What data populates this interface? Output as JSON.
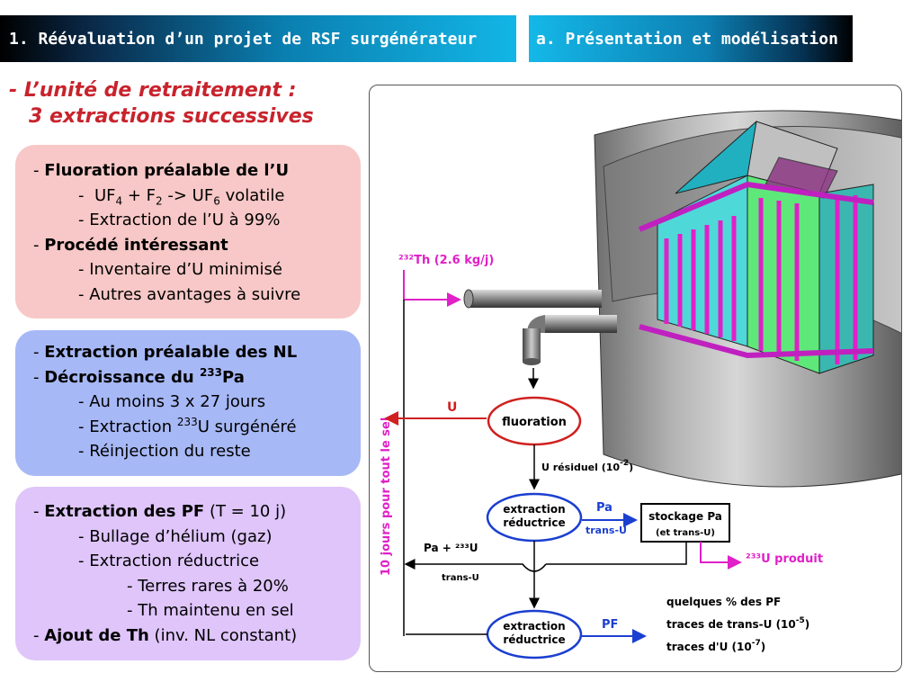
{
  "header": {
    "left_title": "1. Réévaluation d’un projet de RSF surgénérateur",
    "right_title": "a. Présentation et modélisation"
  },
  "heading": {
    "line1": "- L’unité de retraitement :",
    "line2": "3 extractions successives"
  },
  "box1": {
    "fluoration": "Fluoration préalable de l’U",
    "reaction_a": "UF",
    "reaction_b": " + F",
    "reaction_c": " -> UF",
    "reaction_d": " volatile",
    "sub4": "4",
    "sub2": "2",
    "sub6": "6",
    "extraction_u": "- Extraction de l’U à 99%",
    "procede": "Procédé intéressant",
    "inventaire": "- Inventaire d’U minimisé",
    "avantages": "- Autres avantages à suivre"
  },
  "box2": {
    "extraction_nl": "Extraction préalable des NL",
    "decroissance": "Décroissance du ",
    "pa233_sup": "233",
    "pa": "Pa",
    "au_moins": "- Au moins 3 x 27 jours",
    "extraction_pre": "- Extraction ",
    "u233_sup": "233",
    "extraction_post": "U surgénéré",
    "reinjection": "- Réinjection du reste"
  },
  "box3": {
    "extraction_pf": "Extraction des PF",
    "t_value": " (T = 10 j)",
    "bullage": "- Bullage d’hélium (gaz)",
    "extraction_red": "- Extraction réductrice",
    "terres_rares": "- Terres rares à 20%",
    "th_maintenu": "- Th maintenu en sel",
    "ajout": "Ajout de Th",
    "inv_nl": " (inv. NL constant)"
  },
  "diagram": {
    "th_feed": "²³²Th (2.6 kg/j)",
    "side_label": "10 jours pour tout le sel",
    "u_label": "U",
    "fluoration": "fluoration",
    "u_residuel": "U résiduel (10",
    "u_residuel_exp": "-2",
    "u_residuel_close": ")",
    "extraction_1a": "extraction",
    "extraction_1b": "réductrice",
    "pa_label": "Pa",
    "trans_u_1": "trans-U",
    "stockage_1": "stockage Pa",
    "stockage_2": "(et trans-U)",
    "u233_produit": "²³³U produit",
    "pa_u233": "Pa + ²³³U",
    "trans_u_2": "trans-U",
    "extraction_2a": "extraction",
    "extraction_2b": "réductrice",
    "pf_label": "PF",
    "quelques": "quelques % des PF",
    "traces_tu": "traces de trans-U (10",
    "traces_tu_exp": "-5",
    "traces_u": "traces d'U (10",
    "traces_u_exp": "-7",
    "close_paren": ")"
  },
  "colors": {
    "heading_red": "#c8232c",
    "box1_bg": "#f7c8c7",
    "box2_bg": "#a7b8f6",
    "box3_bg": "#dfc5fa",
    "magenta": "#e020c8",
    "blue_flow": "#1b3fd0",
    "red_flow": "#d02020"
  }
}
